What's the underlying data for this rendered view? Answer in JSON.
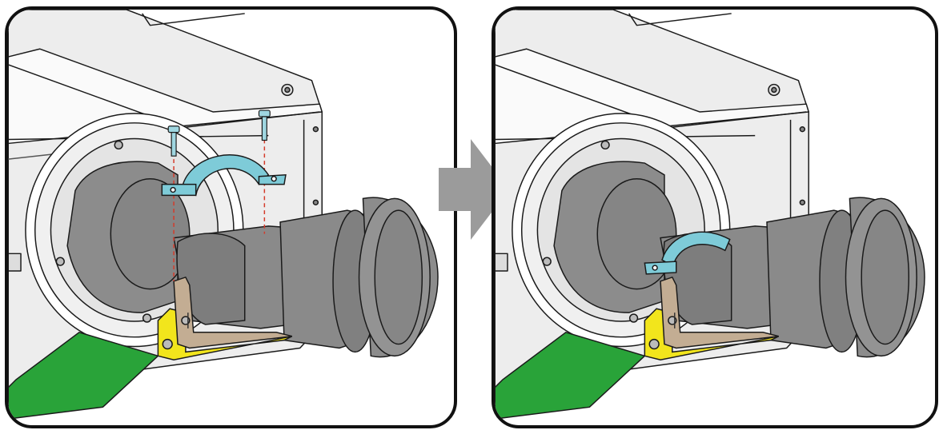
{
  "colors": {
    "outline": "#1a1a1a",
    "lens_gray": "#8c8c8c",
    "lens_gray_dark": "#7a7a7a",
    "projector_body": "#f4f4f4",
    "bracket_tan": "#c3ad93",
    "support_yellow": "#f2e51c",
    "base_green": "#29a339",
    "clamp_cyan": "#7ecbd8",
    "screw_blue": "#9fd6e0",
    "guide_line_red": "#d43a2a",
    "step_arrow": "#9b9b9b"
  },
  "panels": [
    {
      "step": "before",
      "state": "clamp-and-screws-detached"
    },
    {
      "step": "after",
      "state": "clamp-mounted-on-lens"
    }
  ],
  "step_arrow": {
    "direction": "right"
  }
}
